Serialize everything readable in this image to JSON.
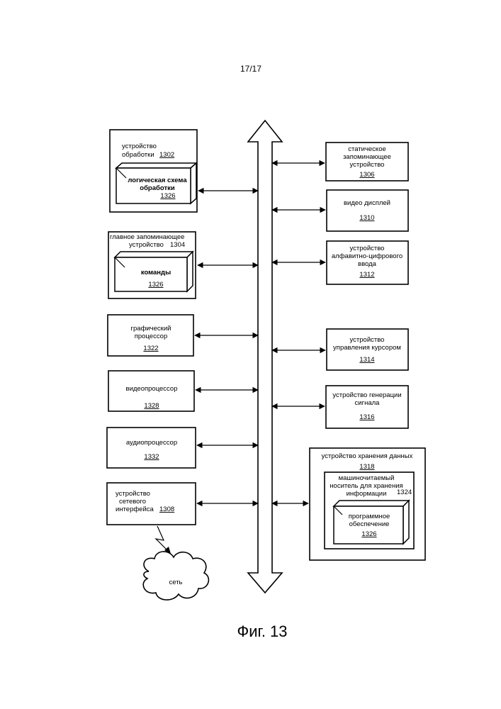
{
  "page_number": "17/17",
  "caption": "Фиг. 13",
  "left": {
    "processing_device": {
      "label_1": "устройство",
      "label_2": "обработки",
      "number": "1302",
      "logic": {
        "label_1": "логическая схема",
        "label_2": "обработки",
        "number": "1326"
      }
    },
    "main_memory": {
      "label_1": "главное запоминающее",
      "label_2": "устройство",
      "number": "1304",
      "commands": {
        "label": "команды",
        "number": "1326"
      }
    },
    "graphics_processor": {
      "label_1": "графический",
      "label_2": "процессор",
      "number": "1322"
    },
    "video_processor": {
      "label": "видеопроцессор",
      "number": "1328"
    },
    "audio_processor": {
      "label": "аудиопроцессор",
      "number": "1332"
    },
    "network_interface": {
      "label_1": "устройство",
      "label_2": "сетевого",
      "label_3": "интерфейса",
      "number": "1308"
    },
    "network": {
      "label": "сеть"
    }
  },
  "right": {
    "static_memory": {
      "label_1": "статическое",
      "label_2": "запоминающее",
      "label_3": "устройство",
      "number": "1306"
    },
    "video_display": {
      "label": "видео дисплей",
      "number": "1310"
    },
    "alnum_input": {
      "label_1": "устройство",
      "label_2": "алфавитно-цифрового",
      "label_3": "ввода",
      "number": "1312"
    },
    "cursor_control": {
      "label_1": "устройство",
      "label_2": "управления курсором",
      "number": "1314"
    },
    "signal_generator": {
      "label_1": "устройство генерации",
      "label_2": "сигнала",
      "number": "1316"
    },
    "data_storage": {
      "label": "устройство хранения данных",
      "number": "1318",
      "medium": {
        "label_1": "машиночитаемый",
        "label_2": "носитель для хранения",
        "label_3": "информации",
        "number": "1324"
      },
      "software": {
        "label_1": "программное",
        "label_2": "обеспечение",
        "number": "1326"
      }
    }
  }
}
